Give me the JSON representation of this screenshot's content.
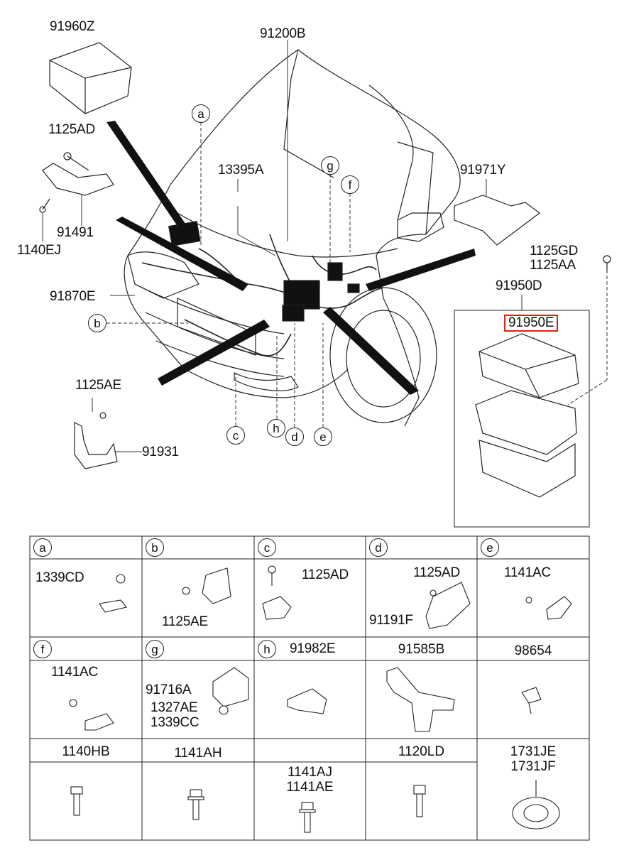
{
  "main_labels": {
    "p91960Z": "91960Z",
    "p91200B": "91200B",
    "p1125AD_top": "1125AD",
    "p13395A": "13395A",
    "p91491": "91491",
    "p1140EJ": "1140EJ",
    "p91971Y": "91971Y",
    "p1125GD": "1125GD",
    "p1125AA": "1125AA",
    "p91950D": "91950D",
    "p91950E": "91950E",
    "p91870E": "91870E",
    "p1125AE_left": "1125AE",
    "p91931": "91931"
  },
  "callouts": {
    "a": "a",
    "b": "b",
    "c": "c",
    "d": "d",
    "e": "e",
    "f": "f",
    "g": "g",
    "h": "h"
  },
  "table": {
    "row1": {
      "a": {
        "key": "a",
        "parts": [
          "1339CD"
        ]
      },
      "b": {
        "key": "b",
        "parts": [
          "1125AE"
        ]
      },
      "c": {
        "key": "c",
        "parts": [
          "1125AD"
        ]
      },
      "d": {
        "key": "d",
        "parts": [
          "1125AD",
          "91191F"
        ]
      },
      "e": {
        "key": "e",
        "parts": [
          "1141AC"
        ]
      }
    },
    "row2": {
      "f": {
        "key": "f",
        "parts": [
          "1141AC"
        ]
      },
      "g": {
        "key": "g",
        "parts": [
          "91716A",
          "1327AE",
          "1339CC"
        ]
      },
      "h": {
        "key": "h",
        "header": "91982E"
      },
      "c4": {
        "header": "91585B"
      },
      "c5": {
        "header": "98654"
      }
    },
    "row3": {
      "c1": {
        "header": "1140HB"
      },
      "c2": {
        "header": "1141AH"
      },
      "c3": {
        "line1": "1141AJ",
        "line2": "1141AE"
      },
      "c4": {
        "header": "1120LD"
      },
      "c5": {
        "line1": "1731JE",
        "line2": "1731JF"
      }
    }
  }
}
